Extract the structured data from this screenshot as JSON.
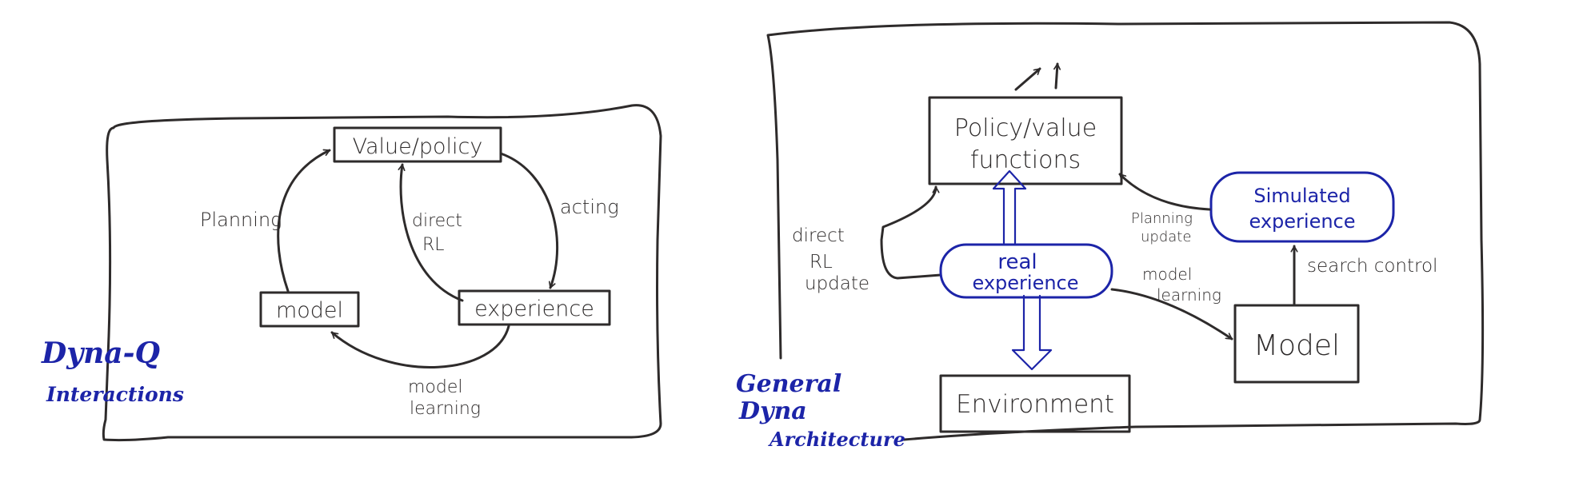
{
  "left": {
    "title_line1": "Dyna-Q",
    "title_line2": "Interactions",
    "nodes": {
      "value_policy": "Value/policy",
      "experience": "experience",
      "model": "model"
    },
    "edges": {
      "acting": "acting",
      "direct_rl_1": "direct",
      "direct_rl_2": "RL",
      "planning": "Planning",
      "model_learning_1": "model",
      "model_learning_2": "learning"
    }
  },
  "right": {
    "title_line1": "General",
    "title_line2": "Dyna",
    "title_line3": "Architecture",
    "nodes": {
      "policy_line1": "Policy/value",
      "policy_line2": "functions",
      "real_line1": "real",
      "real_line2": "experience",
      "simulated_line1": "Simulated",
      "simulated_line2": "experience",
      "model": "Model",
      "environment": "Environment"
    },
    "edges": {
      "direct_rl_1": "direct",
      "direct_rl_2": "RL",
      "direct_rl_3": "update",
      "planning_1": "Planning",
      "planning_2": "update",
      "model_learning_1": "model",
      "model_learning_2": "learning",
      "search_control": "search control"
    }
  },
  "colors": {
    "ink": "#2e2b2b",
    "blue": "#1c24a8",
    "background": "#ffffff"
  }
}
